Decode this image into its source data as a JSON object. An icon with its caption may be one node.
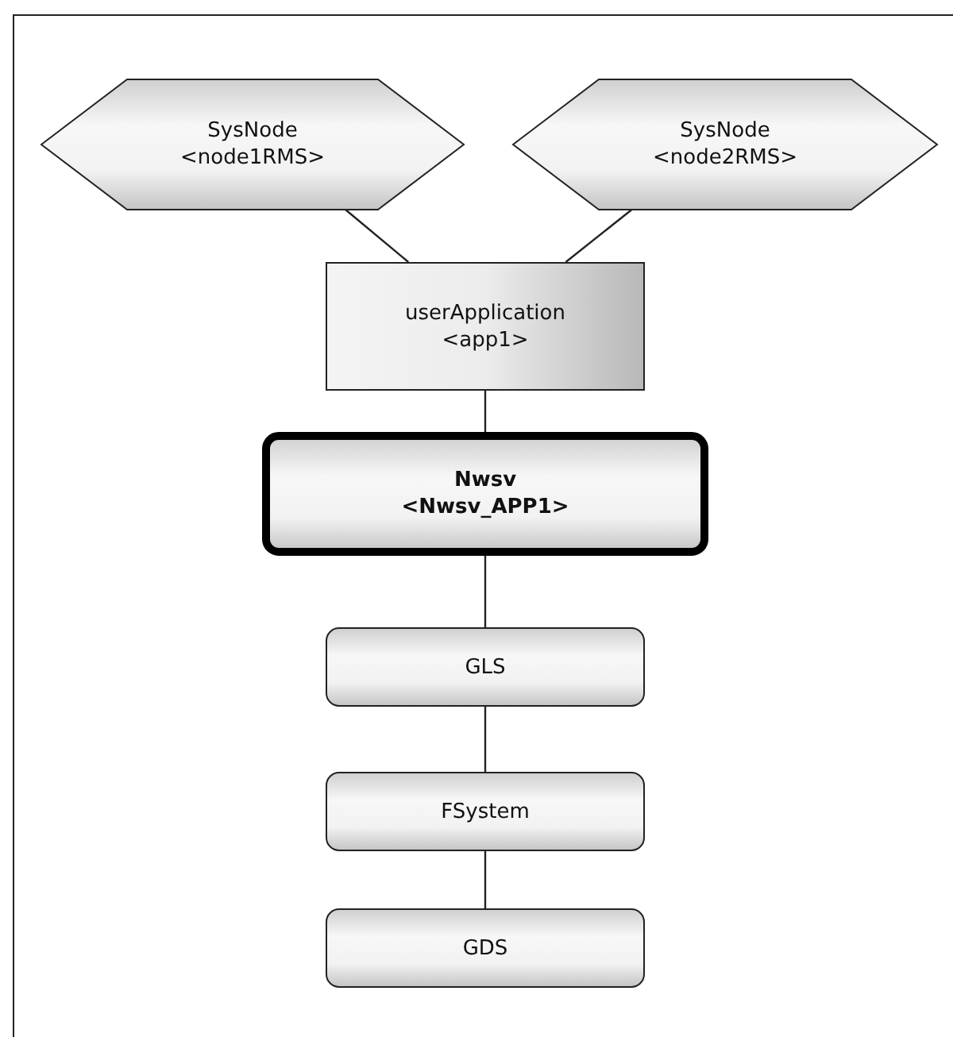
{
  "diagram": {
    "nodes": [
      {
        "text": [
          "SysNode",
          "<node1RMS>"
        ]
      },
      {
        "text": [
          "SysNode",
          "<node2RMS>"
        ]
      },
      {
        "text": [
          "userApplication",
          "<app1>"
        ]
      },
      {
        "text": [
          "Nwsv",
          "<Nwsv_APP1>"
        ]
      },
      {
        "text": [
          "GLS"
        ]
      },
      {
        "text": [
          "FSystem"
        ]
      },
      {
        "text": [
          "GDS"
        ]
      }
    ],
    "edges": [
      {
        "from": 0,
        "to": 2,
        "arrow": "none"
      },
      {
        "from": 1,
        "to": 2,
        "arrow": "none"
      },
      {
        "from": 2,
        "to": 3,
        "arrow": "none"
      },
      {
        "from": 3,
        "to": 4,
        "arrow": "none"
      },
      {
        "from": 4,
        "to": 5,
        "arrow": "none"
      },
      {
        "from": 5,
        "to": 6,
        "arrow": "none"
      }
    ]
  }
}
